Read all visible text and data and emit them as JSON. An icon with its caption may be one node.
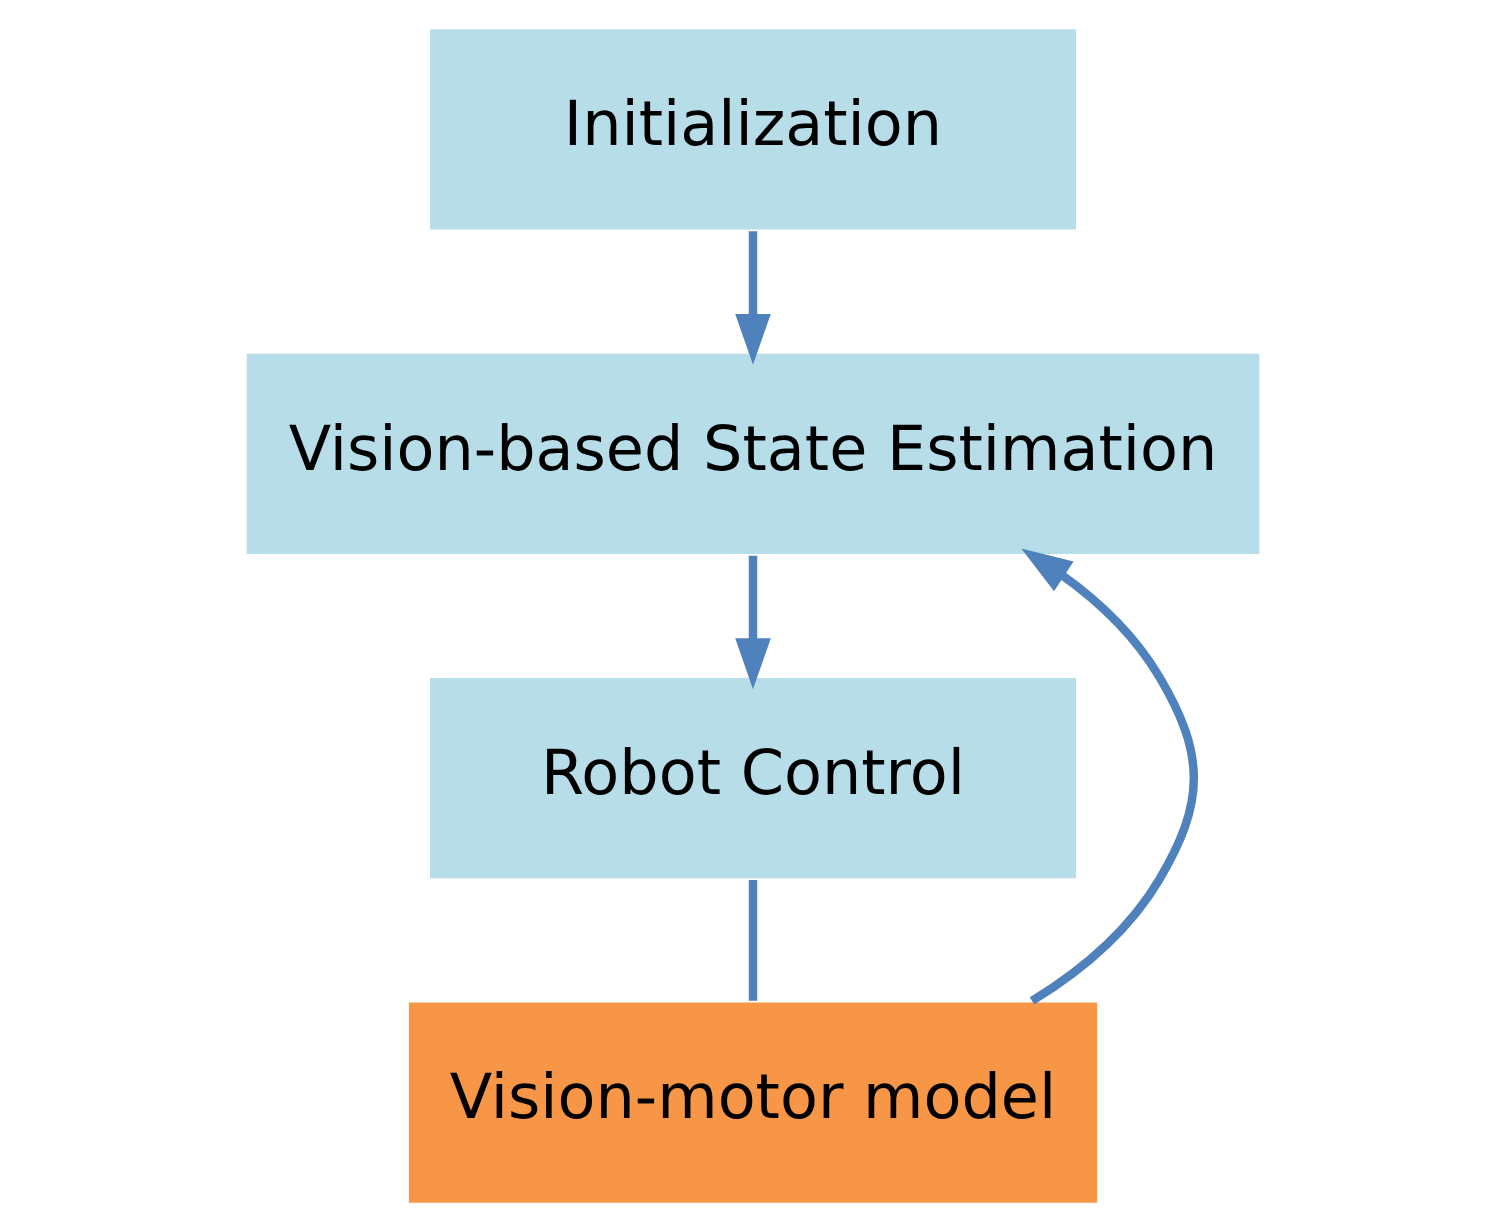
{
  "diagram": {
    "nodes": [
      {
        "text": [
          "Initialization"
        ]
      },
      {
        "text": [
          "Vision-based State Estimation"
        ]
      },
      {
        "text": [
          "Robot Control"
        ]
      },
      {
        "text": [
          "Vision-motor model"
        ]
      }
    ],
    "edges": [
      {
        "from": 0,
        "to": 1,
        "arrow": "to"
      },
      {
        "from": 1,
        "to": 2,
        "arrow": "to"
      },
      {
        "from": 2,
        "to": 3,
        "arrow": "none"
      },
      {
        "from": 3,
        "to": 1,
        "arrow": "to"
      }
    ]
  }
}
